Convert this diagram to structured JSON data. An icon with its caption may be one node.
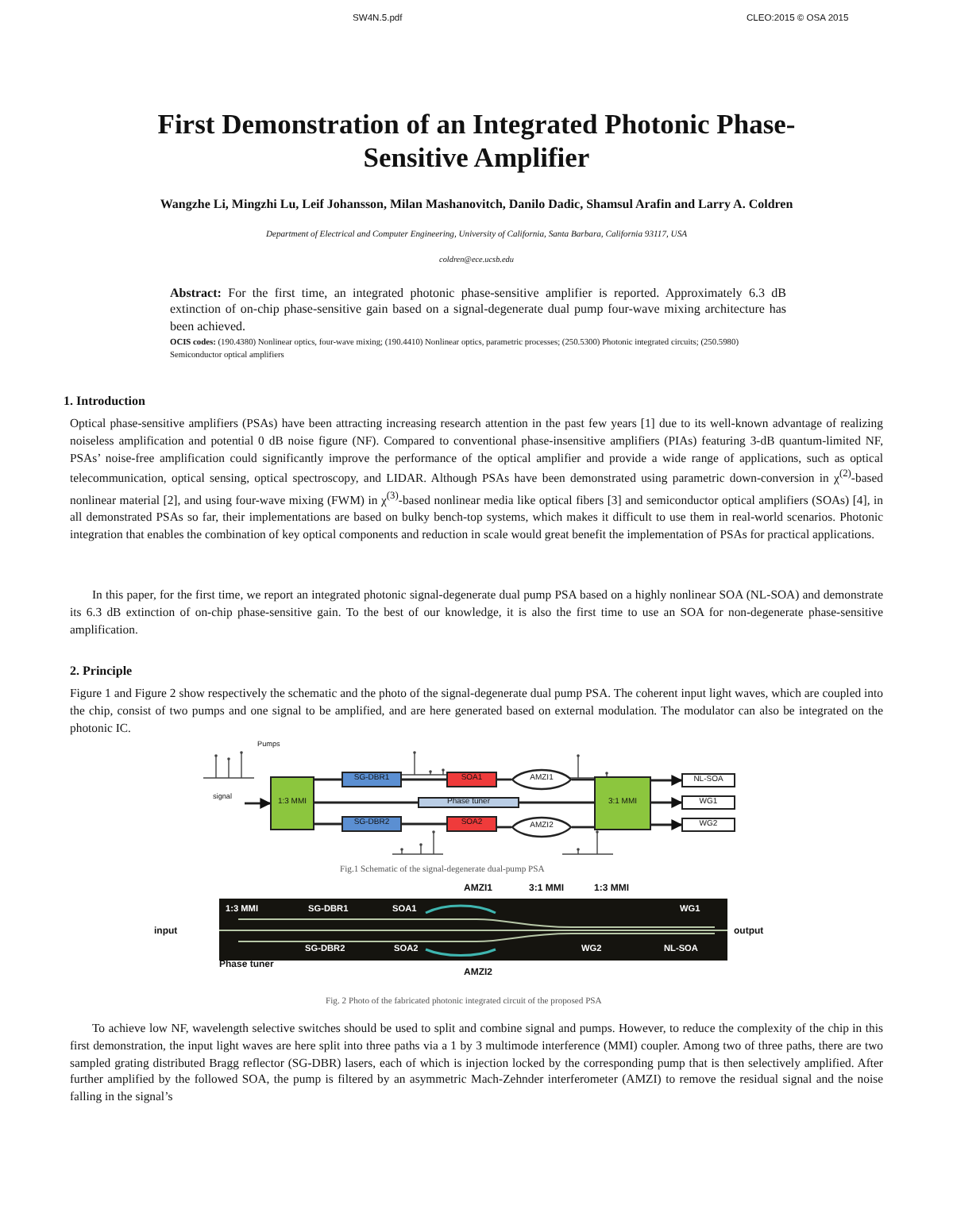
{
  "diagram": {
    "title": "First Demonstration of an Integrated Photonic Phase-Sensitive Amplifier",
    "nodes": [
      {
        "text": [
          "1:3 MMI"
        ]
      },
      {
        "text": [
          "SG-DBR1"
        ]
      },
      {
        "text": [
          "SOA1"
        ]
      },
      {
        "text": [
          "AMZI1"
        ]
      },
      {
        "text": [
          "Phase tuner"
        ]
      },
      {
        "text": [
          "SG-DBR2"
        ]
      },
      {
        "text": [
          "SOA2"
        ]
      },
      {
        "text": [
          "AMZI2"
        ]
      },
      {
        "text": [
          "3:1 MMI"
        ]
      },
      {
        "text": [
          "NL-SOA"
        ]
      },
      {
        "text": [
          "WG1"
        ]
      },
      {
        "text": [
          "WG2"
        ]
      }
    ],
    "edges": [
      {
        "from": null,
        "to": 0,
        "arrow": "to"
      },
      {
        "from": 0,
        "to": 1,
        "arrow": "none"
      },
      {
        "from": 1,
        "to": 2,
        "arrow": "none"
      },
      {
        "from": 2,
        "to": 3,
        "arrow": "none"
      },
      {
        "from": 3,
        "to": 8,
        "arrow": "none"
      },
      {
        "from": 0,
        "to": 4,
        "arrow": "none"
      },
      {
        "from": 4,
        "to": 8,
        "arrow": "none"
      },
      {
        "from": 0,
        "to": 5,
        "arrow": "none"
      },
      {
        "from": 5,
        "to": 6,
        "arrow": "none"
      },
      {
        "from": 6,
        "to": 7,
        "arrow": "none"
      },
      {
        "from": 7,
        "to": 8,
        "arrow": "none"
      },
      {
        "from": 8,
        "to": 9,
        "arrow": "to"
      },
      {
        "from": 8,
        "to": 10,
        "arrow": "to"
      },
      {
        "from": 8,
        "to": 11,
        "arrow": "to"
      }
    ],
    "labels": [
      "SW4N.5.pdf",
      "CLEO:2015 © OSA 2015",
      "Wangzhe Li, Mingzhi Lu, Leif Johansson, Milan Mashanovitch, Danilo Dadic, Shamsul Arafin and Larry A. Coldren",
      "Department of Electrical and Computer Engineering, University of California, Santa Barbara, California 93117, USA",
      "coldren@ece.ucsb.edu",
      "**Abstract:** For the first time, an integrated photonic phase-sensitive amplifier is reported. Approximately 6.3 dB extinction of on-chip phase-sensitive gain based on a signal-degenerate dual pump four-wave mixing architecture has been achieved.",
      "**OCIS codes:** (190.4380) Nonlinear optics, four-wave mixing; (190.4410) Nonlinear optics, parametric processes; (250.5300) Photonic integrated circuits; (250.5980) Semiconductor optical amplifiers",
      "1. Introduction",
      "Optical phase-sensitive amplifiers (PSAs) have been attracting increasing research attention in the past few years [1] due to its well-known advantage of realizing noiseless amplification and potential 0 dB noise figure (NF). Compared to conventional phase-insensitive amplifiers (PIAs) featuring 3-dB quantum-limited NF, PSAs’ noise-free amplification could significantly improve the performance of the optical amplifier and provide a wide range of applications, such as optical telecommunication, optical sensing, optical spectroscopy, and LIDAR. Although PSAs have been demonstrated using parametric down-conversion in χ$^{(2)}$-based nonlinear material [2], and using four-wave mixing (FWM) in χ$^{(3)}$-based nonlinear media like optical fibers [3] and semiconductor optical amplifiers (SOAs) [4], in all demonstrated PSAs so far, their implementations are based on bulky bench-top systems, which makes it difficult to use them in real-world scenarios. Photonic integration that enables the combination of key optical components and reduction in scale would great benefit the implementation of PSAs for practical applications.",
      "In this paper, for the first time, we report an integrated photonic signal-degenerate dual pump PSA based on a highly nonlinear SOA (NL-SOA) and demonstrate its 6.3 dB extinction of on-chip phase-sensitive gain. To the best of our knowledge, it is also the first time to use an SOA for non-degenerate phase-sensitive amplification.",
      "2. Principle",
      "Figure 1 and Figure 2 show respectively the schematic and the photo of the signal-degenerate dual pump PSA. The coherent input light waves, which are coupled into the chip, consist of two pumps and one signal to be amplified, and are here generated based on external modulation. The modulator can also be integrated on the photonic IC.",
      "Pumps",
      "signal",
      "Fig.1 Schematic of the signal-degenerate dual-pump PSA",
      "AMZI1",
      "3:1 MMI",
      "1:3 MMI",
      "1:3 MMI",
      "SG-DBR1",
      "SOA1",
      "WG1",
      "input",
      "output",
      "SG-DBR2",
      "SOA2",
      "WG2",
      "NL-SOA",
      "Phase tuner",
      "AMZI2",
      "Fig. 2 Photo of the fabricated photonic integrated circuit of the proposed PSA",
      "To achieve low NF, wavelength selective switches should be used to split and combine signal and pumps. However, to reduce the complexity of the chip in this first demonstration, the input light waves are here split into three paths via a 1 by 3 multimode interference (MMI) coupler. Among two of three paths, there are two sampled grating distributed Bragg reflector (SG-DBR) lasers, each of which is injection locked by the corresponding pump that is then selectively amplified. After further amplified by the followed SOA, the pump is filtered by an asymmetric Mach-Zehnder interferometer (AMZI) to remove the residual signal and the noise falling in the signal’s"
    ]
  }
}
